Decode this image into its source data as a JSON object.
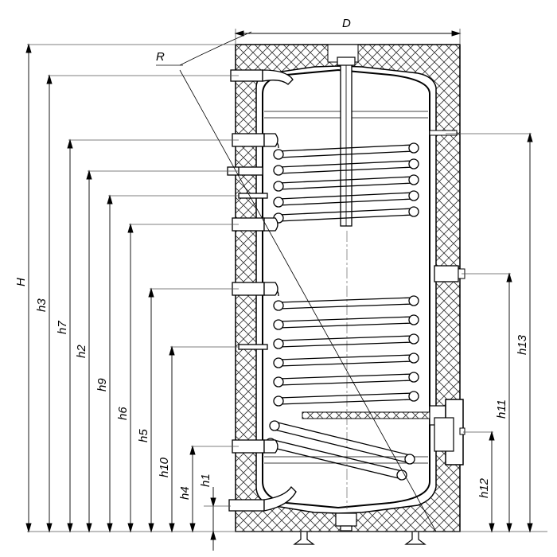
{
  "diagram": {
    "labels": {
      "D": "D",
      "R": "R",
      "H": "H",
      "h1": "h1",
      "h2": "h2",
      "h3": "h3",
      "h4": "h4",
      "h5": "h5",
      "h6": "h6",
      "h7": "h7",
      "h9": "h9",
      "h10": "h10",
      "h11": "h11",
      "h12": "h12",
      "h13": "h13"
    }
  }
}
